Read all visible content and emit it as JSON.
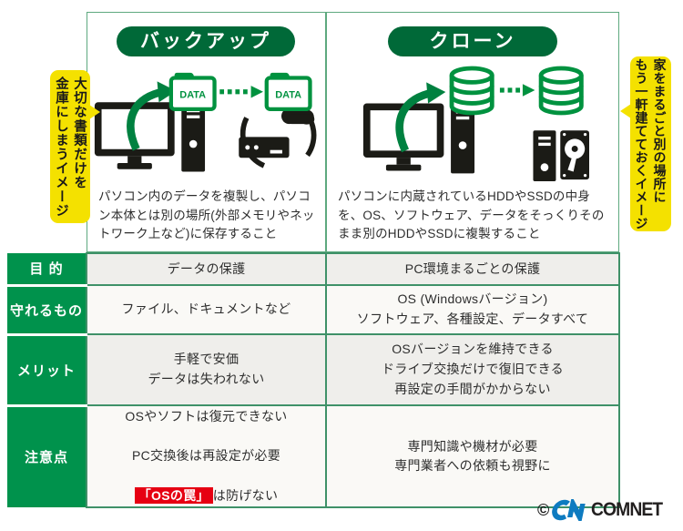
{
  "backup_panel": {
    "title": "バックアップ",
    "ribbon": "大切な書類だけを\n金庫にしまうイメージ",
    "description": "パソコン内のデータを複製し、パソコン本体とは別の場所(外部メモリやネットワーク上など)に保存すること",
    "folder_label_1": "DATA",
    "folder_label_2": "DATA"
  },
  "clone_panel": {
    "title": "クローン",
    "ribbon": "家をまるごと別の場所に\nもう一軒建てておくイメージ",
    "description": "パソコンに内蔵されているHDDやSSDの中身を、OS、ソフトウェア、データをそっくりそのまま別のHDDやSSDに複製すること"
  },
  "table": {
    "row_purpose": {
      "label": "目 的",
      "backup": "データの保護",
      "clone": "PC環境まるごとの保護"
    },
    "row_protect": {
      "label": "守れるもの",
      "backup": "ファイル、ドキュメントなど",
      "clone": "OS (Windowsバージョン)\nソフトウェア、各種設定、データすべて"
    },
    "row_merit": {
      "label": "メリット",
      "backup": "手軽で安価\nデータは失われない",
      "clone": "OSバージョンを維持できる\nドライブ交換だけで復旧できる\n再設定の手間がかからない"
    },
    "row_caution": {
      "label": "注意点",
      "backup_line1": "OSやソフトは復元できない",
      "backup_line2": "PC交換後は再設定が必要",
      "backup_highlight": "「OSの罠」",
      "backup_line3_tail": "は防げない",
      "clone": "専門知識や機材が必要\n専門業者への依頼も視野に"
    }
  },
  "footer": {
    "copyright": "©",
    "logo_text": "COMNET"
  },
  "colors": {
    "header_green": "#006938",
    "label_green": "#00924c",
    "grid_green": "#3f9168",
    "icon_green": "#00923f",
    "ribbon_yellow": "#f4e100",
    "highlight_red": "#e60012",
    "logo_blue": "#0e7bc0"
  }
}
